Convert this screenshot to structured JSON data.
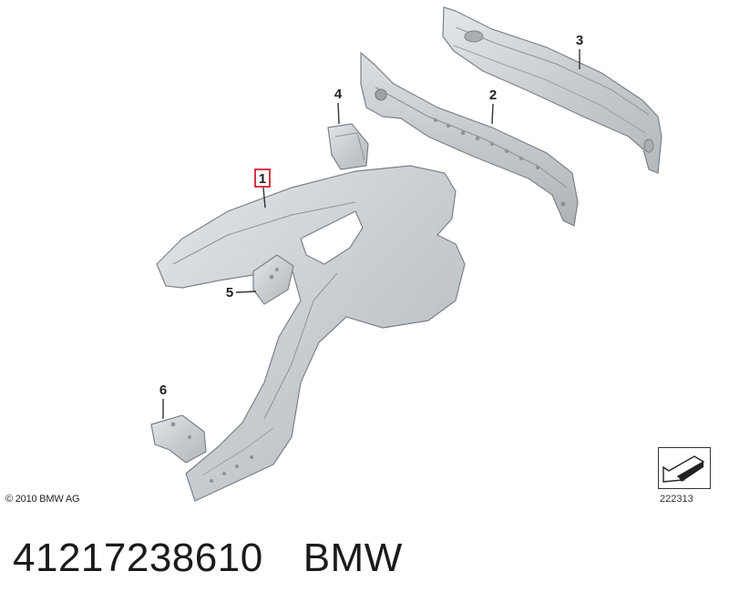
{
  "callouts": {
    "part1": "1",
    "part2": "2",
    "part3": "3",
    "part4": "4",
    "part5": "5",
    "part6": "6"
  },
  "copyright": "© 2010 BMW AG",
  "reference_number": "222313",
  "footer": {
    "part_number": "41217238610",
    "brand": "BMW"
  },
  "colors": {
    "part_fill": "#cfd3d7",
    "part_stroke": "#7d8288",
    "highlight_box": "#d0021b"
  }
}
